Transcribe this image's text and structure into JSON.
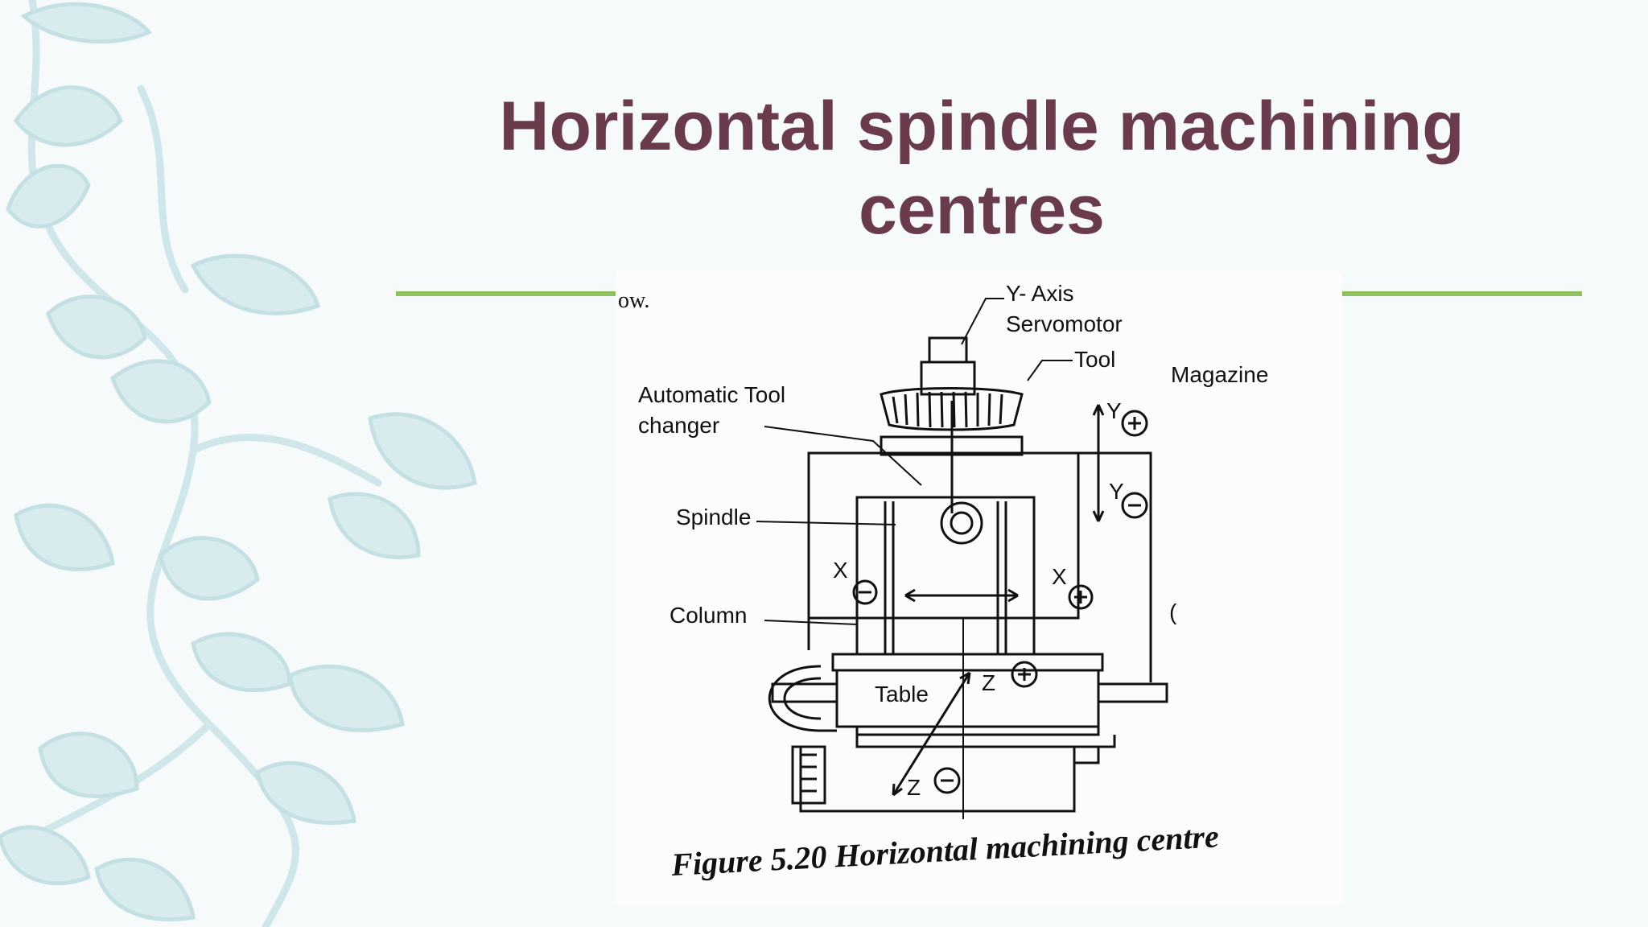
{
  "slide": {
    "title_line1": "Horizontal spindle machining",
    "title_line2": "centres"
  },
  "figure": {
    "fragment_text": "ow.",
    "labels": {
      "y_axis_servomotor_line1": "Y- Axis",
      "y_axis_servomotor_line2": "Servomotor",
      "tool": "Tool",
      "magazine": "Magazine",
      "automatic_tool_line1": "Automatic  Tool",
      "automatic_tool_line2": "changer",
      "spindle": "Spindle",
      "column": "Column",
      "table": "Table",
      "axis_x": "X",
      "axis_y": "Y",
      "axis_z": "Z",
      "stray_mark": "("
    },
    "caption": "Figure 5.20 Horizontal machining centre"
  },
  "colors": {
    "title": "#6a3a4d",
    "accent_rule": "#8fc25f",
    "vine": "#cfe6ea",
    "background": "#f7fafa"
  }
}
